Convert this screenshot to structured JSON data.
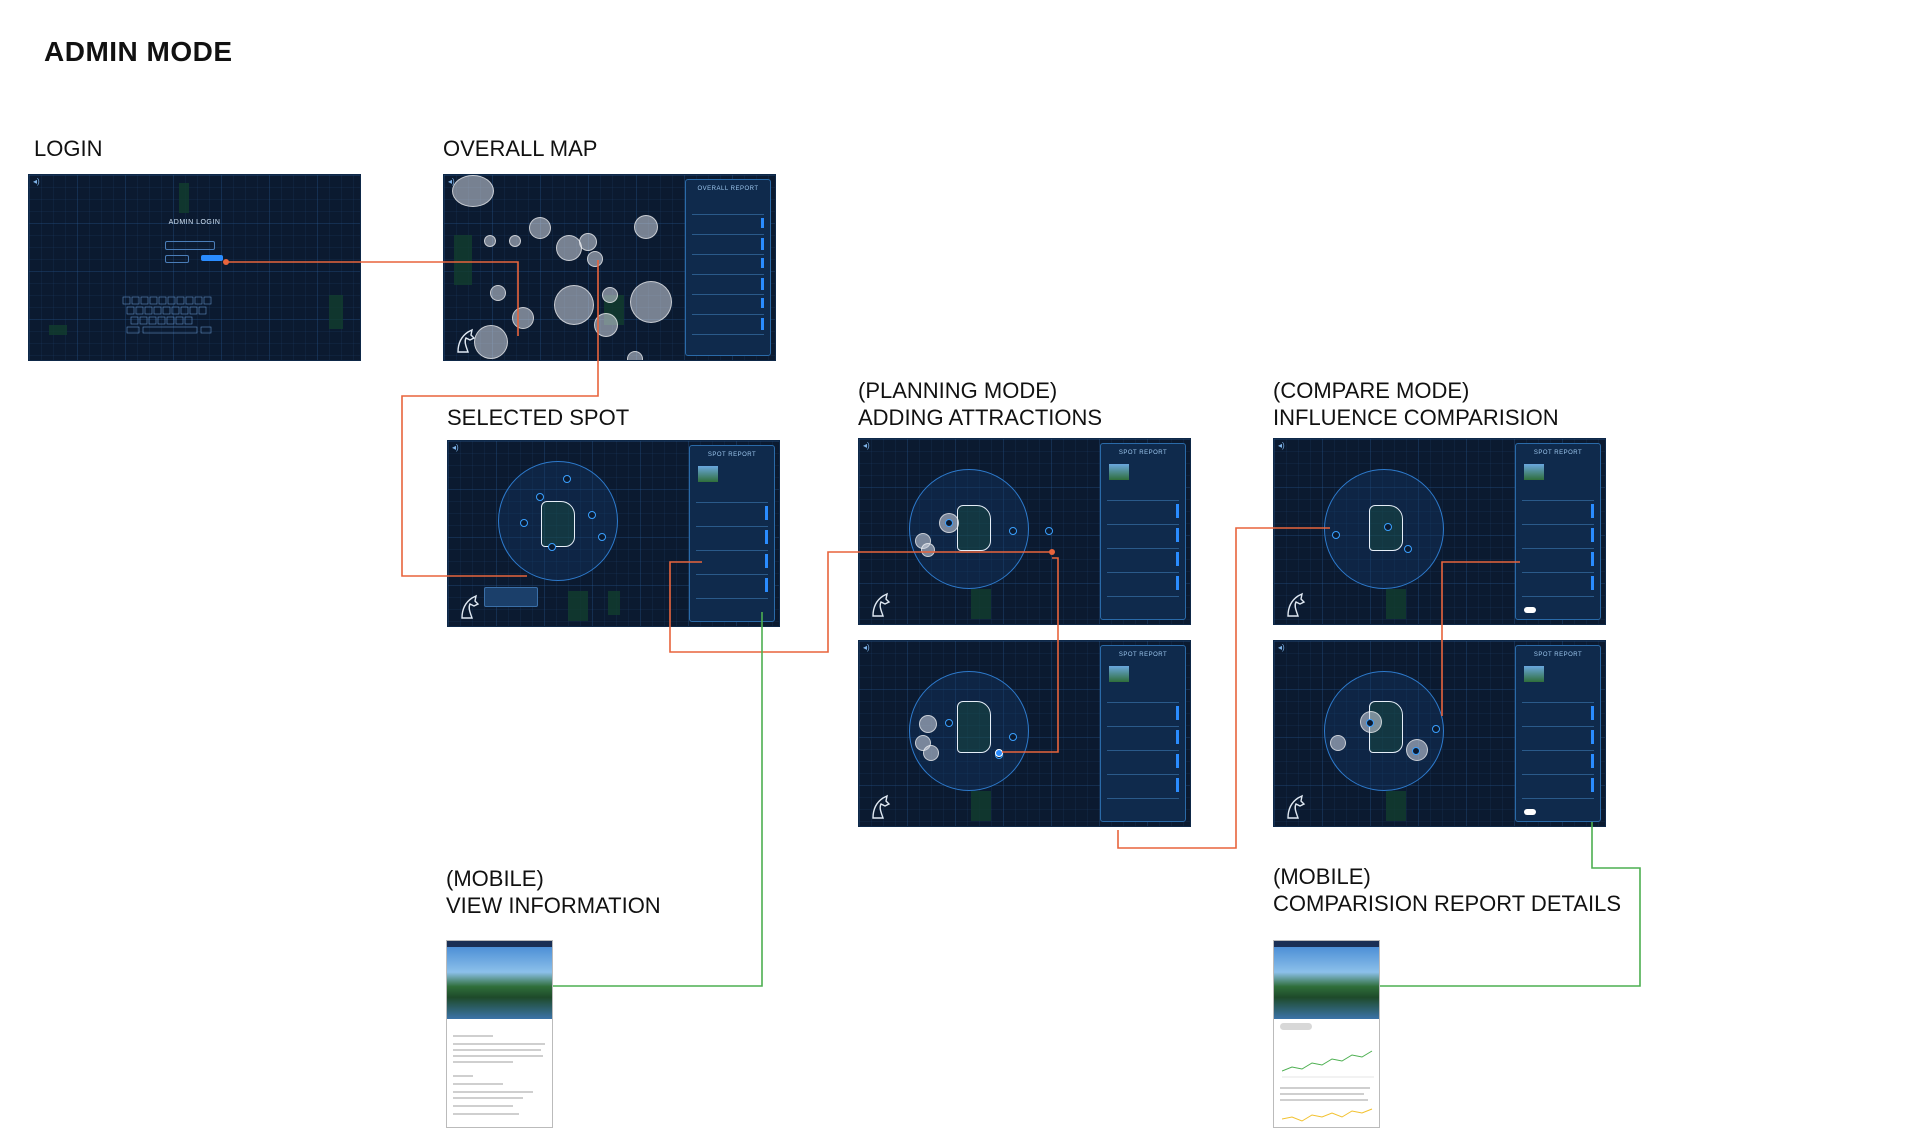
{
  "page": {
    "title": "ADMIN MODE"
  },
  "labels": {
    "login": "LOGIN",
    "overall_map": "OVERALL MAP",
    "selected_spot": "SELECTED SPOT",
    "planning_line1": "(PLANNING MODE)",
    "planning_line2": "ADDING ATTRACTIONS",
    "compare_line1": "(COMPARE MODE)",
    "compare_line2": "INFLUENCE COMPARISION",
    "mobile_view_line1": "(MOBILE)",
    "mobile_view_line2": "VIEW INFORMATION",
    "mobile_compare_line1": "(MOBILE)",
    "mobile_compare_line2": "COMPARISION REPORT DETAILS"
  },
  "screens": {
    "login_title": "ADMIN LOGIN",
    "overall_report": "OVERALL REPORT",
    "spot_report": "SPOT REPORT"
  },
  "colors": {
    "connector_orange": "#e8643c",
    "connector_green": "#4caf50",
    "screen_bg": "#0b1a30",
    "accent_blue": "#2a8cff"
  }
}
